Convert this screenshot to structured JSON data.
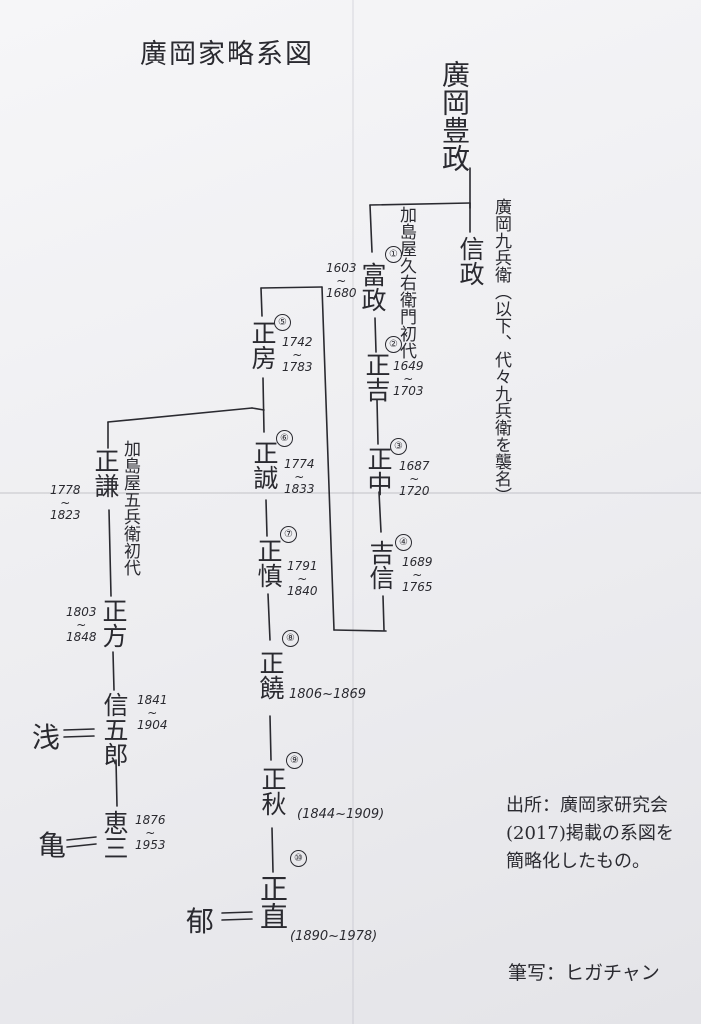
{
  "title": "廣岡家略系図",
  "root": {
    "name": "廣岡豊政"
  },
  "nobumasa": {
    "name": "信政",
    "note": "廣岡九兵衛（以下、代々九兵衛を襲名）"
  },
  "gen1": {
    "num": "①",
    "name": "富政",
    "years": [
      "1603",
      "~",
      "1680"
    ],
    "note": "加島屋久右衛門初代"
  },
  "gen2": {
    "num": "②",
    "name": "正吉",
    "years": [
      "1649",
      "~",
      "1703"
    ]
  },
  "gen3": {
    "num": "③",
    "name": "正中",
    "years": [
      "1687",
      "~",
      "1720"
    ]
  },
  "gen4": {
    "num": "④",
    "name": "吉信",
    "years": [
      "1689",
      "~",
      "1765"
    ]
  },
  "gen5": {
    "num": "⑤",
    "name": "正房",
    "years": [
      "1742",
      "~",
      "1783"
    ]
  },
  "gen6": {
    "num": "⑥",
    "name": "正誠",
    "years": [
      "1774",
      "~",
      "1833"
    ]
  },
  "gen7": {
    "num": "⑦",
    "name": "正慎",
    "years": [
      "1791",
      "~",
      "1840"
    ]
  },
  "gen8": {
    "num": "⑧",
    "name": "正饒",
    "years": "1806~1869"
  },
  "gen9": {
    "num": "⑨",
    "name": "正秋",
    "years": "(1844~1909)"
  },
  "gen10": {
    "num": "⑩",
    "name": "正直",
    "years": "(1890~1978)",
    "spouse": "郁"
  },
  "branch_masayoshi": {
    "name": "正謙",
    "years": [
      "1778",
      "~",
      "1823"
    ],
    "note": "加島屋五兵衛初代"
  },
  "branch_masakata": {
    "name": "正方",
    "years": [
      "1803",
      "~",
      "1848"
    ]
  },
  "branch_shingoro": {
    "name": "信五郎",
    "years": [
      "1841",
      "~",
      "1904"
    ],
    "spouse": "浅"
  },
  "branch_keizo": {
    "name": "恵三",
    "years": [
      "1876",
      "~",
      "1953"
    ],
    "spouse": "亀"
  },
  "source_note": "出所：廣岡家研究会(2017)掲載の系図を簡略化したもの。",
  "author_note": "筆写：ヒガチャン",
  "colors": {
    "paper": "#f1f1f4",
    "ink": "#2a2a30"
  }
}
